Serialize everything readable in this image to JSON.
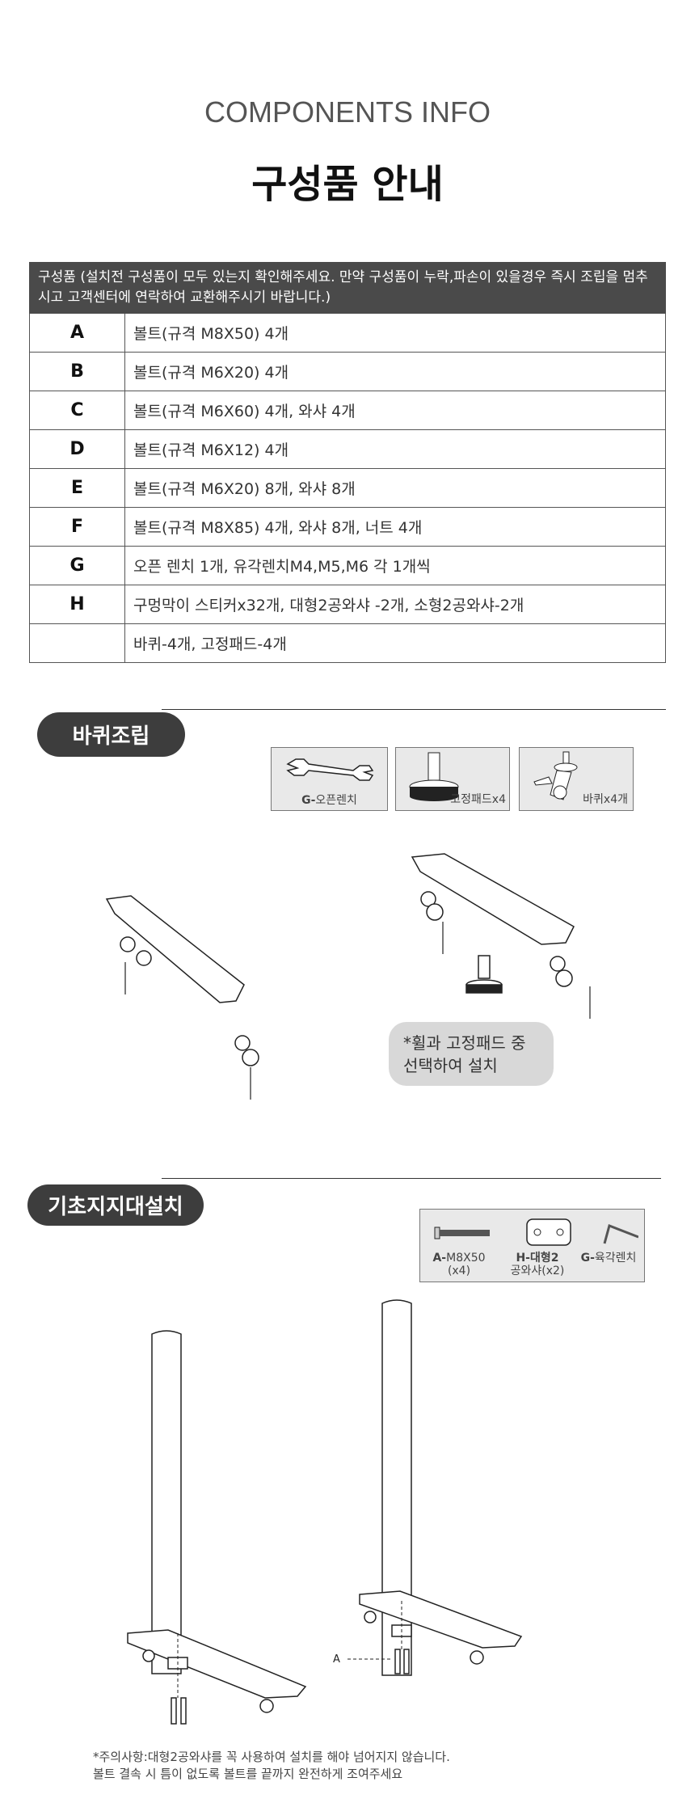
{
  "header": {
    "en_title": "COMPONENTS INFO",
    "ko_title": "구성품 안내"
  },
  "table": {
    "header": "구성품 (설치전 구성품이 모두 있는지 확인해주세요. 만약 구성품이 누락,파손이 있을경우 즉시 조립을 멈추시고 고객센터에 연락하여 교환해주시기 바랍니다.)",
    "rows": [
      {
        "key": "A",
        "value": "볼트(규격 M8X50) 4개"
      },
      {
        "key": "B",
        "value": "볼트(규격 M6X20) 4개"
      },
      {
        "key": "C",
        "value": "볼트(규격 M6X60) 4개, 와샤 4개"
      },
      {
        "key": "D",
        "value": "볼트(규격 M6X12) 4개"
      },
      {
        "key": "E",
        "value": "볼트(규격 M6X20) 8개, 와샤 8개"
      },
      {
        "key": "F",
        "value": "볼트(규격 M8X85) 4개, 와샤 8개, 너트 4개"
      },
      {
        "key": "G",
        "value": "오픈 렌치 1개, 유각렌치M4,M5,M6 각 1개씩"
      },
      {
        "key": "H",
        "value": "구멍막이 스티커x32개, 대형2공와샤 -2개, 소형2공와샤-2개"
      },
      {
        "key": "",
        "value": "바퀴-4개, 고정패드-4개"
      }
    ]
  },
  "section1": {
    "title": "바퀴조립",
    "parts": [
      {
        "prefix": "G-",
        "label": "오픈렌치",
        "icon": "wrench"
      },
      {
        "prefix": "",
        "label": "고정패드x4",
        "icon": "leveling-pad"
      },
      {
        "prefix": "",
        "label": "바퀴x4개",
        "icon": "caster-wheel"
      }
    ],
    "note": "*휠과 고정패드 중 선택하여 설치"
  },
  "section2": {
    "title": "기초지지대설치",
    "parts": [
      {
        "prefix": "A-",
        "label": "M8X50",
        "sub": "(x4)",
        "icon": "bolt"
      },
      {
        "prefix": "H-",
        "label": "대형2",
        "sub": "공와샤(x2)",
        "icon": "two-hole-washer"
      },
      {
        "prefix": "G-",
        "label": "육각렌치",
        "sub": "",
        "icon": "hex-key"
      }
    ],
    "callout": "A"
  },
  "footer": {
    "line1": "*주의사항:대형2공와샤를 꼭 사용하여 설치를 해야 넘어지지 않습니다.",
    "line2": "볼트 결속 시 틈이 없도록 볼트를 끝까지 완전하게 조여주세요"
  }
}
